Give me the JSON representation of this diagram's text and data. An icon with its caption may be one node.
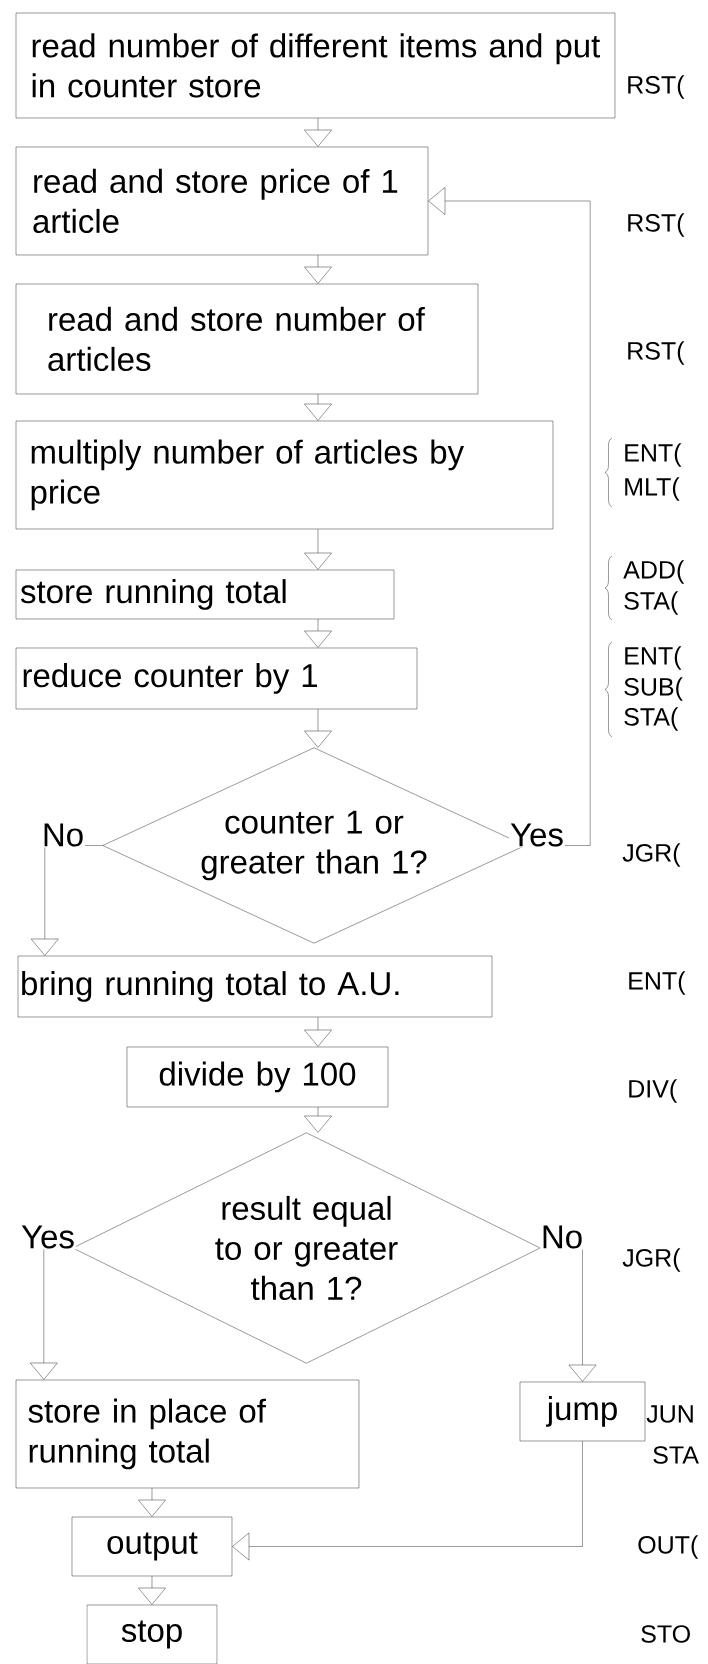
{
  "diagram": {
    "nodes": [
      {
        "text": [
          "read number of different items and put in counter store"
        ]
      },
      {
        "text": [
          "read and store price of 1 article"
        ]
      },
      {
        "text": [
          "read and store number of articles"
        ]
      },
      {
        "text": [
          "multiply number of articles by price"
        ]
      },
      {
        "text": [
          "store running total"
        ]
      },
      {
        "text": [
          "reduce counter by 1"
        ]
      },
      {
        "text": [
          "counter 1 or greater than 1?"
        ]
      },
      {
        "text": [
          "bring running total to A.U."
        ]
      },
      {
        "text": [
          "divide by 100"
        ]
      },
      {
        "text": [
          "result equal to or greater than 1?"
        ]
      },
      {
        "text": [
          "store in place of running total"
        ]
      },
      {
        "text": [
          "jump"
        ]
      },
      {
        "text": [
          "output"
        ]
      },
      {
        "text": [
          "stop"
        ]
      }
    ],
    "edges": [
      {
        "from": 0,
        "to": 1,
        "arrow": "to"
      },
      {
        "from": 1,
        "to": 2,
        "arrow": "to"
      },
      {
        "from": 2,
        "to": 3,
        "arrow": "to"
      },
      {
        "from": 3,
        "to": 4,
        "arrow": "to"
      },
      {
        "from": 4,
        "to": 5,
        "arrow": "to"
      },
      {
        "from": 5,
        "to": 6,
        "arrow": "to"
      },
      {
        "from": 6,
        "to": 1,
        "arrow": "to",
        "label": "Yes"
      },
      {
        "from": 6,
        "to": 7,
        "arrow": "to",
        "label": "No"
      },
      {
        "from": 7,
        "to": 8,
        "arrow": "to"
      },
      {
        "from": 8,
        "to": 9,
        "arrow": "to"
      },
      {
        "from": 9,
        "to": 10,
        "arrow": "to",
        "label": "Yes"
      },
      {
        "from": 9,
        "to": 11,
        "arrow": "to",
        "label": "No"
      },
      {
        "from": 10,
        "to": 12,
        "arrow": "to"
      },
      {
        "from": 11,
        "to": 12,
        "arrow": "to"
      },
      {
        "from": 12,
        "to": 13,
        "arrow": "to"
      }
    ],
    "labels": [
      "RST(",
      "RST(",
      "RST(",
      "ENT(",
      "MLT(",
      "ADD(",
      "STA(",
      "ENT(",
      "SUB(",
      "STA(",
      "JGR(",
      "ENT(",
      "DIV(",
      "JGR(",
      "JUN",
      "STA",
      "OUT(",
      "STO"
    ]
  }
}
